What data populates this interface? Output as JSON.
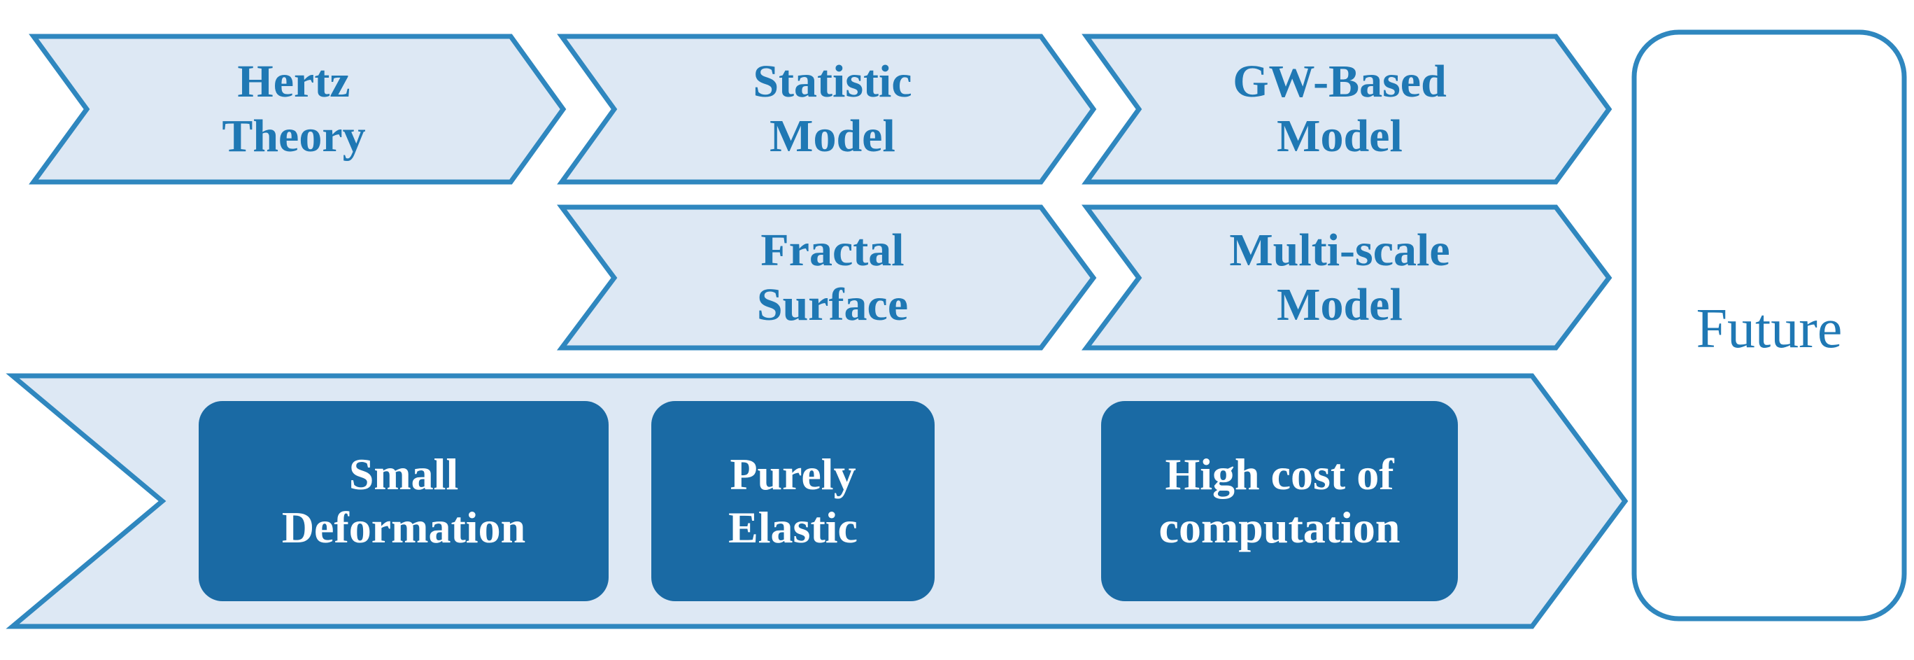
{
  "diagram": {
    "stage_labels": {
      "hertz": "Hertz\nTheory",
      "statistic": "Statistic\nModel",
      "gw_based": "GW-Based\nModel",
      "fractal": "Fractal\nSurface",
      "multi_scale": "Multi-scale\nModel"
    },
    "limitations": {
      "small_deformation": "Small\nDeformation",
      "purely_elastic": "Purely\nElastic",
      "high_cost": "High cost of\ncomputation"
    },
    "future": "Future"
  },
  "colors": {
    "chevron_fill": "#dde8f4",
    "chevron_stroke": "#2f87bf",
    "dark_box": "#1a6aa4",
    "text_blue": "#1f78b4"
  }
}
